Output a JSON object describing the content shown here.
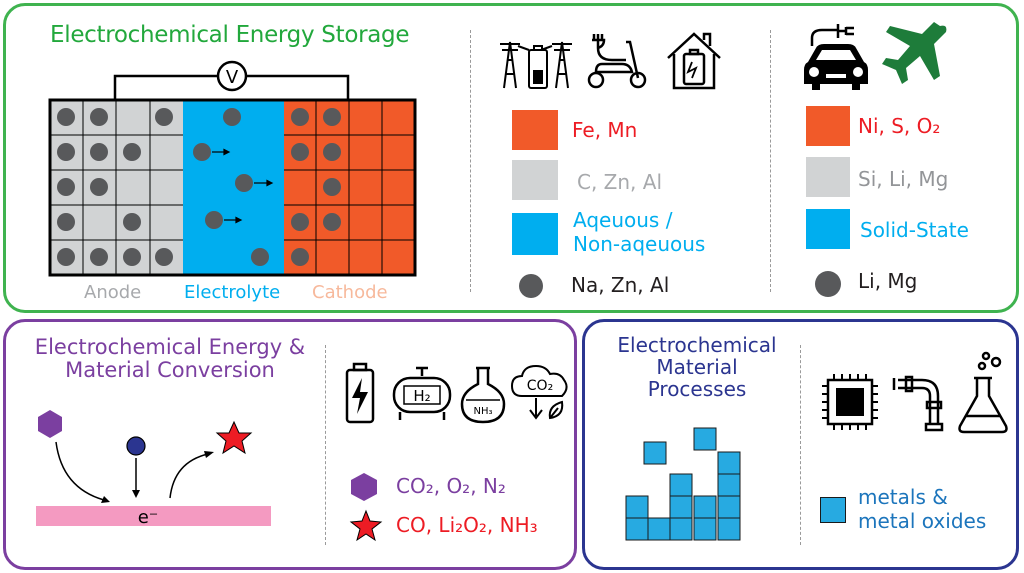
{
  "storage": {
    "title": "Electrochemical Energy Storage",
    "voltmeter": "V",
    "labels": {
      "anode": "Anode",
      "electrolyte": "Electrolyte",
      "cathode": "Cathode"
    },
    "group1": {
      "icons": [
        "grid-battery-icon",
        "e-scooter-icon",
        "home-battery-icon"
      ],
      "cathode": "Fe, Mn",
      "anode": "C, Zn, Al",
      "electrolyte_line1": "Aqeuous /",
      "electrolyte_line2": "Non-aqeuous",
      "ion": "Na, Zn, Al"
    },
    "group2": {
      "icons": [
        "electric-car-icon",
        "airplane-icon"
      ],
      "cathode": "Ni, S, O₂",
      "anode": "Si, Li, Mg",
      "electrolyte": "Solid-State",
      "ion": "Li, Mg"
    }
  },
  "conversion": {
    "title_line1": "Electrochemical Energy &",
    "title_line2": "Material Conversion",
    "electron": "e⁻",
    "icons": [
      "battery-charge-icon",
      "hydrogen-tank-icon",
      "ammonia-flask-icon",
      "co2-cloud-icon"
    ],
    "h2_label": "H₂",
    "nh3_label": "NH₃",
    "co2_label": "CO₂",
    "reactants": "CO₂, O₂, N₂",
    "products": "CO, Li₂O₂, NH₃"
  },
  "processes": {
    "title_line1": "Electrochemical",
    "title_line2": "Material",
    "title_line3": "Processes",
    "icons": [
      "microchip-icon",
      "pipe-icon",
      "flask-icon"
    ],
    "legend_line1": "metals &",
    "legend_line2": "metal oxides"
  },
  "colors": {
    "green": "#3fb34f",
    "purple": "#7b3fa0",
    "navy": "#2b3590",
    "orange": "#f15a29",
    "gray": "#d1d3d4",
    "blue": "#00aeef",
    "dot": "#58595b",
    "pink": "#f49ac1",
    "red": "#ed1c24",
    "cube": "#27aae1"
  }
}
